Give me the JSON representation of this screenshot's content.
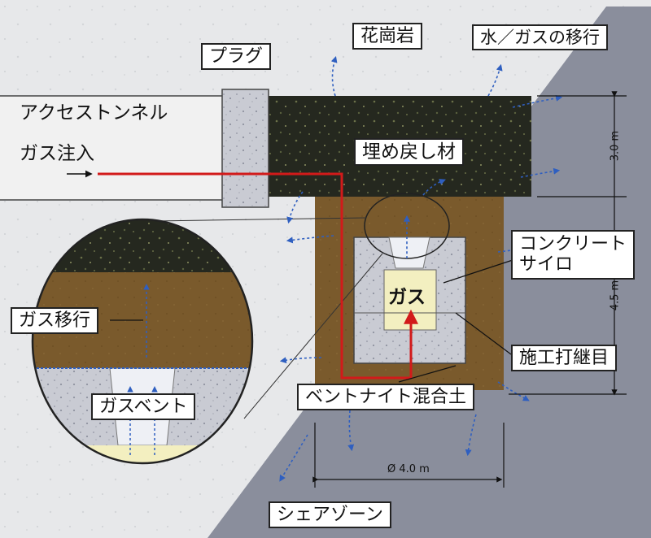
{
  "labels": {
    "granite": "花崗岩",
    "water_gas_migration": "水／ガスの移行",
    "plug": "プラグ",
    "access_tunnel": "アクセストンネル",
    "gas_injection": "ガス注入",
    "backfill": "埋め戻し材",
    "concrete_silo_line1": "コンクリート",
    "concrete_silo_line2": "サイロ",
    "gas": "ガス",
    "gas_migration": "ガス移行",
    "construction_joint": "施工打継目",
    "bentonite_mix": "ベントナイト混合土",
    "gas_vent": "ガスベント",
    "shear_zone": "シェアゾーン"
  },
  "dimensions": {
    "height_backfill": "3.0 m",
    "height_silo": "4.5 m",
    "diameter": "Ø 4.0 m"
  },
  "colors": {
    "background_rock": "#e7e8ea",
    "shear_zone": "#8a8e9c",
    "backfill": "#25281f",
    "bentonite": "#7a5a2c",
    "concrete": "#c9cbd3",
    "gas_core": "#f3efc0",
    "gas_line": "#d21a1a",
    "migration_arrows": "#2f5fc0"
  }
}
